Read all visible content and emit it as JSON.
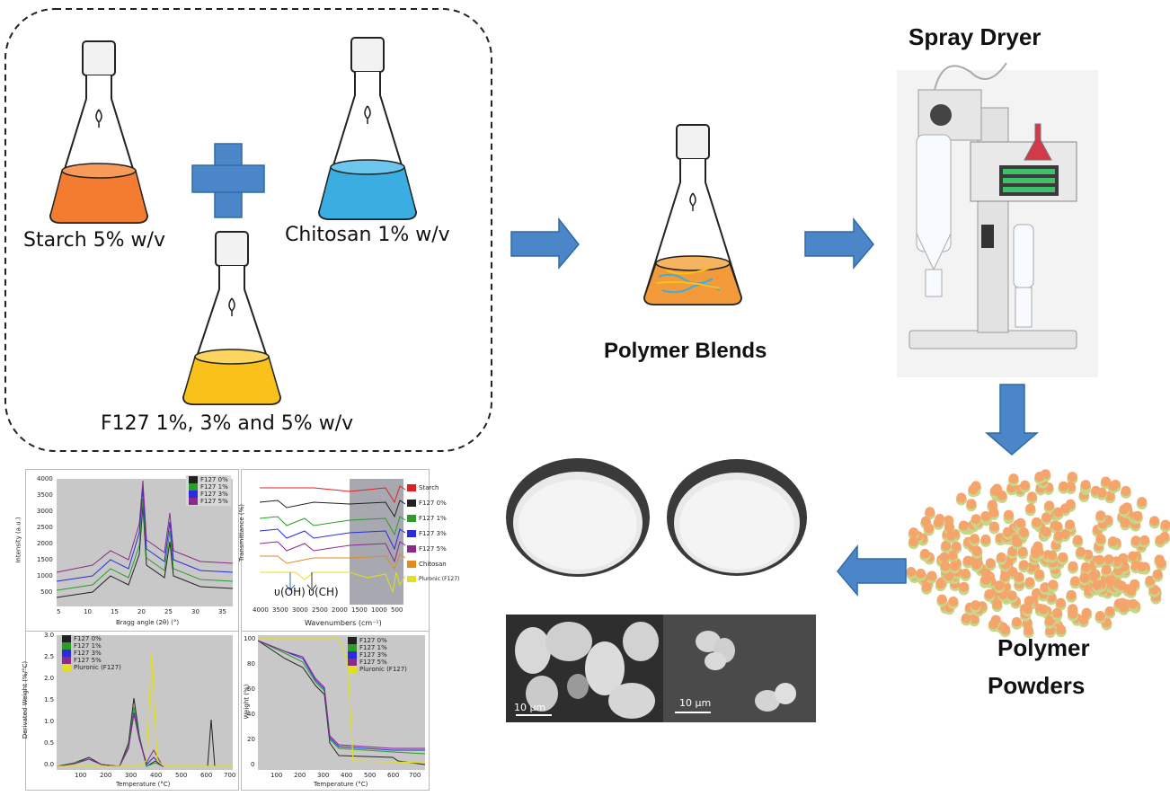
{
  "labels": {
    "starch": "Starch 5% w/v",
    "chitosan": "Chitosan 1% w/v",
    "f127": "F127 1%, 3% and 5% w/v",
    "blends": "Polymer Blends",
    "spray_dryer": "Spray Dryer",
    "powders_line1": "Polymer",
    "powders_line2": "Powders"
  },
  "sem": {
    "scale_left": "10 μm",
    "scale_right": "10 μm"
  },
  "colors": {
    "arrow": "#4a86c8",
    "plus": "#4a86c8",
    "starch": "#f47c30",
    "chitosan": "#3aaee0",
    "f127": "#f9c11a",
    "particle_orange": "#f5a46c",
    "particle_green": "#c4d88a"
  },
  "charts": {
    "xrd": {
      "ylabel": "Intensity (a.u.)",
      "xlabel": "Bragg angle (2θ) (°)",
      "xticks": [
        "5",
        "10",
        "15",
        "20",
        "25",
        "30",
        "35"
      ],
      "yticks": [
        "4000",
        "3500",
        "3000",
        "2500",
        "2000",
        "1500",
        "1000",
        "500"
      ],
      "legend": [
        "F127 0%",
        "F127 1%",
        "F127 3%",
        "F127 5%"
      ],
      "legend_colors": [
        "#222222",
        "#2a9d2a",
        "#2a2ae0",
        "#8a2a8a"
      ]
    },
    "ftir": {
      "ylabel": "Transmittance (%)",
      "xlabel": "Wavenumbers (cm⁻¹)",
      "xticks": [
        "4000",
        "3500",
        "3000",
        "2500",
        "2000",
        "1500",
        "1000",
        "500"
      ],
      "legend": [
        "Starch",
        "F127 0%",
        "F127 1%",
        "F127 3%",
        "F127 5%",
        "Chitosan",
        "Pluronic (F127)"
      ],
      "legend_colors": [
        "#e02020",
        "#222222",
        "#2a9d2a",
        "#2a2ae0",
        "#8a2a8a",
        "#e08a20",
        "#e0e020"
      ],
      "ann_oh": "υ(OH)",
      "ann_ch": "υ(CH)"
    },
    "dtg": {
      "ylabel": "Derivated Weight (%/°C)",
      "xlabel": "Temperature (°C)",
      "xticks": [
        "100",
        "200",
        "300",
        "400",
        "500",
        "600",
        "700"
      ],
      "yticks": [
        "3.0",
        "2.5",
        "2.0",
        "1.5",
        "1.0",
        "0.5",
        "0.0"
      ],
      "legend": [
        "F127 0%",
        "F127 1%",
        "F127 3%",
        "F127 5%",
        "Pluronic (F127)"
      ],
      "legend_colors": [
        "#222222",
        "#2a9d2a",
        "#2a2ae0",
        "#8a2a8a",
        "#e0e020"
      ]
    },
    "tga": {
      "ylabel": "Weight (%)",
      "xlabel": "Temperature (°C)",
      "xticks": [
        "100",
        "200",
        "300",
        "400",
        "500",
        "600",
        "700"
      ],
      "yticks": [
        "100",
        "80",
        "60",
        "40",
        "20",
        "0"
      ],
      "legend": [
        "F127 0%",
        "F127 1%",
        "F127 3%",
        "F127 5%",
        "Pluronic (F127)"
      ],
      "legend_colors": [
        "#222222",
        "#2a9d2a",
        "#2a2ae0",
        "#8a2a8a",
        "#e0e020"
      ]
    }
  }
}
